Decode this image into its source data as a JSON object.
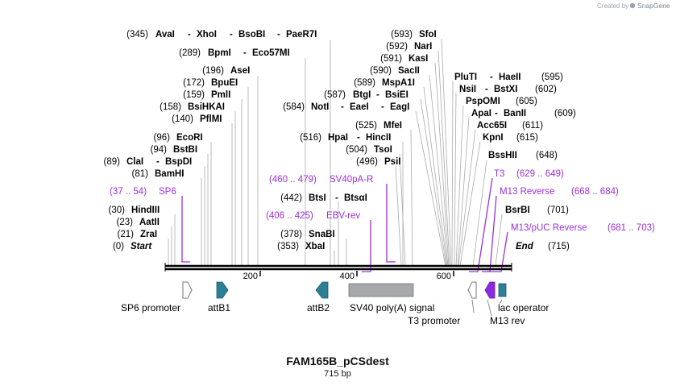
{
  "brand": {
    "created_by": "Created by",
    "name": "SnapGene"
  },
  "title": "FAM165B_pCSdest",
  "subtitle": "715 bp",
  "sequence": {
    "start": "Start",
    "start_pos": "(0)",
    "end": "End",
    "end_pos": "(715)"
  },
  "scale": {
    "ticks": [
      "200",
      "400",
      "600"
    ]
  },
  "left_sites": [
    {
      "pos": "(345)",
      "names": [
        "AvaI",
        "XhoI",
        "BsoBI",
        "PaeR7I"
      ]
    },
    {
      "pos": "(289)",
      "names": [
        "BpmI",
        "Eco57MI"
      ]
    },
    {
      "pos": "(196)",
      "names": [
        "AseI"
      ]
    },
    {
      "pos": "(172)",
      "names": [
        "BpuEI"
      ]
    },
    {
      "pos": "(159)",
      "names": [
        "PmlI"
      ]
    },
    {
      "pos": "(158)",
      "names": [
        "BsiHKAI"
      ]
    },
    {
      "pos": "(140)",
      "names": [
        "PflMI"
      ]
    },
    {
      "pos": "(96)",
      "names": [
        "EcoRI"
      ]
    },
    {
      "pos": "(94)",
      "names": [
        "BstBI"
      ]
    },
    {
      "pos": "(89)",
      "names": [
        "ClaI",
        "BspDI"
      ]
    },
    {
      "pos": "(81)",
      "names": [
        "BamHI"
      ]
    },
    {
      "pos": "(30)",
      "names": [
        "HindIII"
      ]
    },
    {
      "pos": "(23)",
      "names": [
        "AatII"
      ]
    },
    {
      "pos": "(21)",
      "names": [
        "ZraI"
      ]
    }
  ],
  "mid_sites": [
    {
      "pos": "(587)",
      "names": [
        "BtgI",
        "BsiEI"
      ]
    },
    {
      "pos": "(584)",
      "names": [
        "NotI",
        "EaeI",
        "EagI"
      ]
    },
    {
      "pos": "(516)",
      "names": [
        "HpaI",
        "HincII"
      ]
    },
    {
      "pos": "(442)",
      "names": [
        "BtsI",
        "BtsαI"
      ]
    },
    {
      "pos": "(378)",
      "names": [
        "SnaBI"
      ]
    },
    {
      "pos": "(353)",
      "names": [
        "XbaI"
      ]
    }
  ],
  "center_sites": [
    {
      "pos": "(593)",
      "names": [
        "SfoI"
      ]
    },
    {
      "pos": "(592)",
      "names": [
        "NarI"
      ]
    },
    {
      "pos": "(591)",
      "names": [
        "KasI"
      ]
    },
    {
      "pos": "(590)",
      "names": [
        "SacII"
      ]
    },
    {
      "pos": "(589)",
      "names": [
        "MspA1I"
      ]
    },
    {
      "pos": "(525)",
      "names": [
        "MfeI"
      ]
    },
    {
      "pos": "(504)",
      "names": [
        "TsoI"
      ]
    },
    {
      "pos": "(496)",
      "names": [
        "PsiI"
      ]
    }
  ],
  "right_sites": [
    {
      "pos": "(595)",
      "names": [
        "PluTI",
        "HaeII"
      ]
    },
    {
      "pos": "(602)",
      "names": [
        "NsiI",
        "BstXI"
      ]
    },
    {
      "pos": "(605)",
      "names": [
        "PspOMI"
      ]
    },
    {
      "pos": "(609)",
      "names": [
        "ApaI",
        "BanII"
      ]
    },
    {
      "pos": "(611)",
      "names": [
        "Acc65I"
      ]
    },
    {
      "pos": "(615)",
      "names": [
        "KpnI"
      ]
    },
    {
      "pos": "(648)",
      "names": [
        "BssHII"
      ]
    },
    {
      "pos": "(701)",
      "names": [
        "BsrBI"
      ]
    }
  ],
  "primers": [
    {
      "name": "SP6",
      "range": "(37 .. 54)"
    },
    {
      "name": "SV40pA-R",
      "range": "(460 .. 479)"
    },
    {
      "name": "EBV-rev",
      "range": "(406 .. 425)"
    },
    {
      "name": "T3",
      "range": "(629 .. 649)"
    },
    {
      "name": "M13 Reverse",
      "range": "(668 .. 684)"
    },
    {
      "name": "M13/pUC Reverse",
      "range": "(681 .. 703)"
    }
  ],
  "features": [
    "SP6 promoter",
    "attB1",
    "attB2",
    "SV40 poly(A) signal",
    "T3 promoter",
    "M13 rev",
    "lac operator"
  ],
  "colors": {
    "primer": "#9b30d9",
    "att": "#2c7f95",
    "polyA": "#a6a8ab",
    "promoter": "#ffffff",
    "m13": "#8a2be2",
    "lac": "#2c7f95"
  }
}
